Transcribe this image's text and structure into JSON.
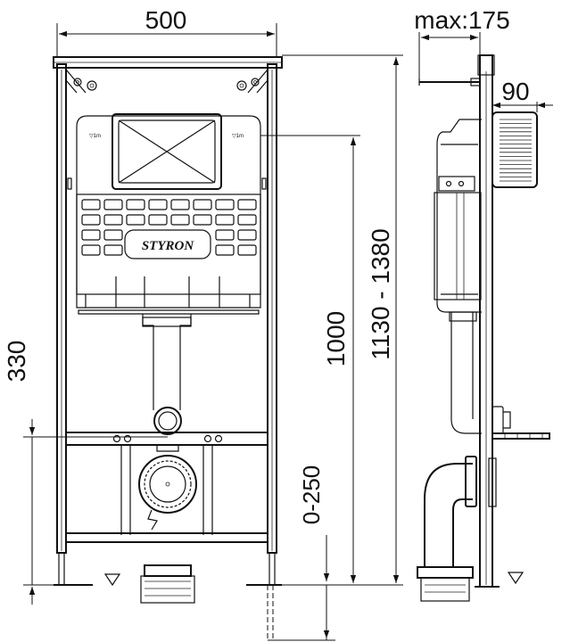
{
  "dimensions": {
    "width_total": "500",
    "depth_max": "max:175",
    "depth_frame": "90",
    "height_outlet": "330",
    "height_frame": "1000",
    "height_adjust": "1130 - 1380",
    "height_feet": "0-250"
  },
  "logo": {
    "brand": "STYRON"
  },
  "markers": {
    "level_left": "▽1m",
    "level_right": "▽1m"
  }
}
